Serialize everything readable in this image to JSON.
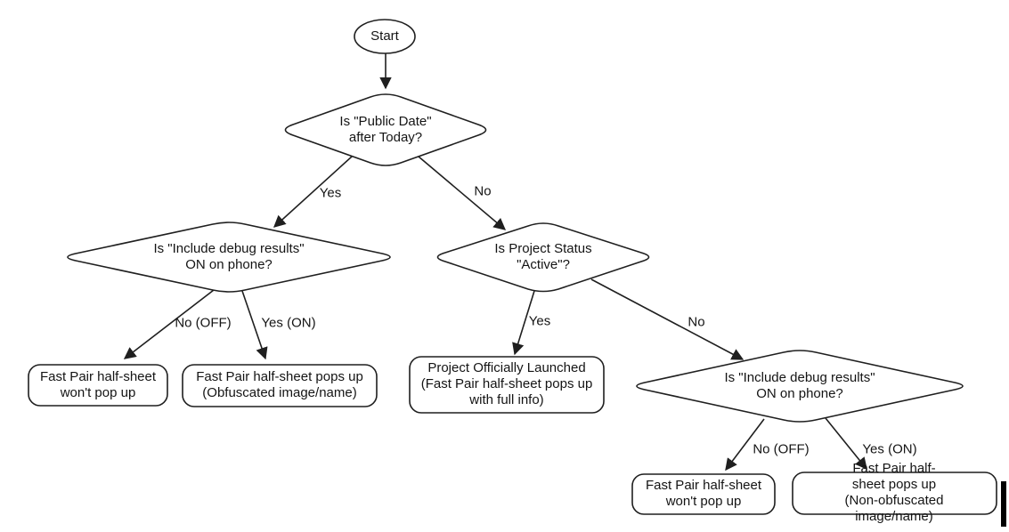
{
  "background": "#ffffff",
  "stroke_color": "#1f1f1f",
  "text_color": "#141414",
  "flowchart": {
    "nodes": {
      "start": {
        "type": "oval",
        "label": "Start"
      },
      "public_date": {
        "type": "decision",
        "label": "Is \"Public Date\"\nafter Today?"
      },
      "debug_left": {
        "type": "decision",
        "label": "Is \"Include debug results\"\nON on phone?"
      },
      "project_status": {
        "type": "decision",
        "label": "Is Project Status\n\"Active\"?"
      },
      "debug_right": {
        "type": "decision",
        "label": "Is \"Include debug results\"\nON on phone?"
      },
      "no_popup_left": {
        "type": "terminal",
        "label": "Fast Pair half-sheet\nwon't pop up"
      },
      "obfuscated": {
        "type": "terminal",
        "label": "Fast Pair half-sheet pops up\n(Obfuscated image/name)"
      },
      "launched": {
        "type": "terminal",
        "label": "Project Officially Launched\n(Fast Pair half-sheet pops up\nwith full info)"
      },
      "no_popup_right": {
        "type": "terminal",
        "label": "Fast Pair half-sheet\nwon't pop up"
      },
      "non_obfuscated": {
        "type": "terminal",
        "label": "Fast Pair half-sheet pops up\n(Non-obfuscated image/name)"
      }
    },
    "edge_labels": {
      "yes_top": "Yes",
      "no_top": "No",
      "no_off_left": "No (OFF)",
      "yes_on_left": "Yes (ON)",
      "yes_mid": "Yes",
      "no_mid": "No",
      "no_off_right": "No (OFF)",
      "yes_on_right": "Yes (ON)"
    }
  }
}
